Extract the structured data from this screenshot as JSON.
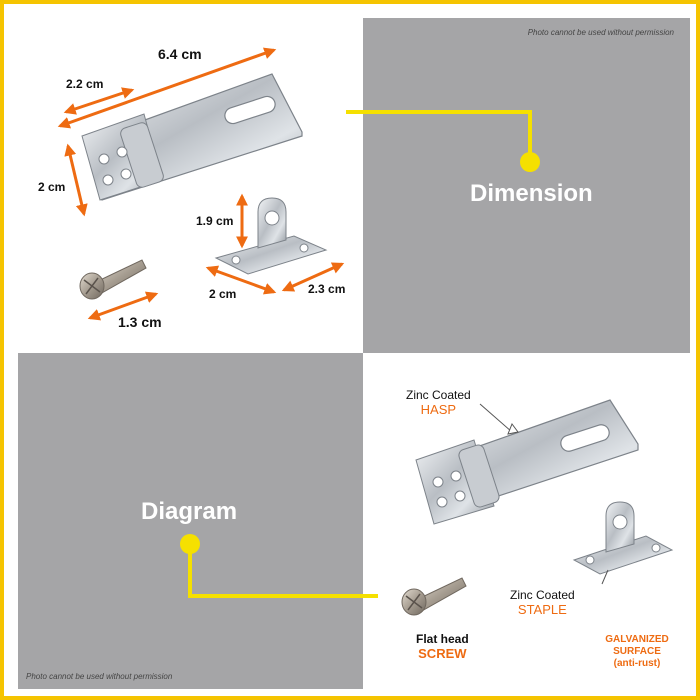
{
  "notice_top": "Photo cannot be used without permission",
  "notice_bottom": "Photo cannot be used without permission",
  "sections": {
    "dimension": "Dimension",
    "diagram": "Diagram"
  },
  "measurements": {
    "hasp_length": "6.4 cm",
    "hasp_hinge": "2.2 cm",
    "hasp_width": "2 cm",
    "staple_height": "1.9 cm",
    "staple_width": "2 cm",
    "staple_depth": "2.3 cm",
    "screw_length": "1.3 cm"
  },
  "labels": {
    "hasp_line1": "Zinc Coated",
    "hasp_line2": "HASP",
    "staple_line1": "Zinc Coated",
    "staple_line2": "STAPLE",
    "screw_line1": "Flat head",
    "screw_line2": "SCREW",
    "galv_line1": "GALVANIZED",
    "galv_line2": "SURFACE",
    "galv_line3": "(anti-rust)"
  },
  "colors": {
    "border": "#f5c400",
    "gray": "#a5a5a7",
    "arrow": "#ee6b12",
    "accent_text": "#ee6b12",
    "connector": "#f5e000"
  }
}
